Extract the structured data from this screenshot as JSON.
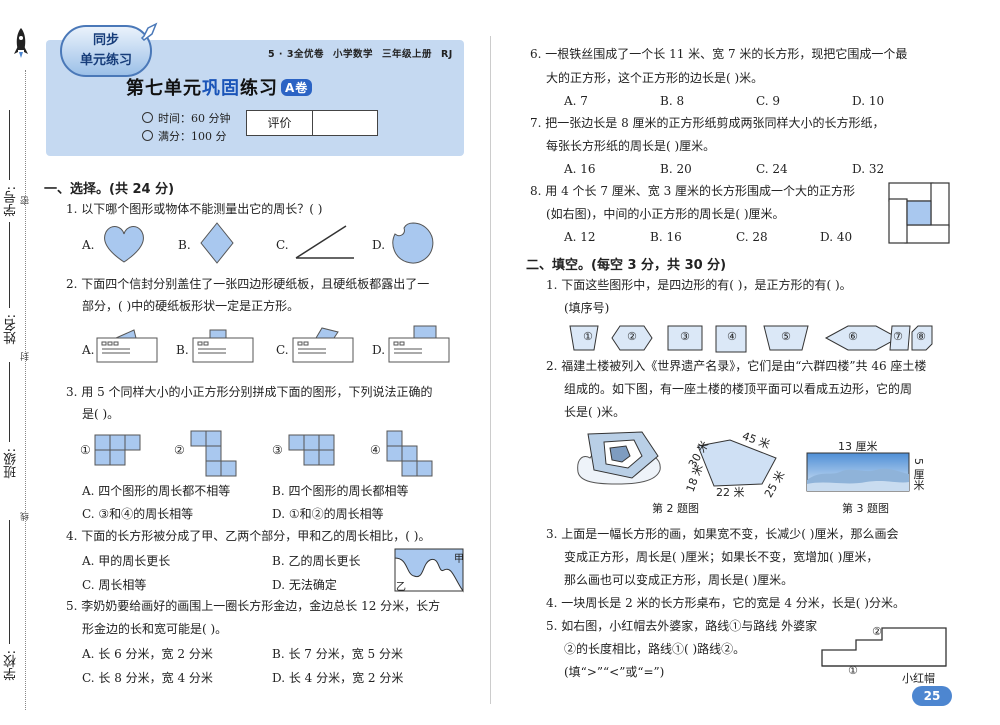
{
  "binding": {
    "school": "学校:",
    "class": "班级:",
    "name": "姓名:",
    "student_id": "学号:",
    "mark_seal": "封",
    "mark_line": "线",
    "mark_fold": "密"
  },
  "header": {
    "badge_line1": "同步",
    "badge_line2": "单元练习",
    "meta": [
      "5 · 3全优卷",
      "小学数学",
      "三年级上册",
      "RJ"
    ],
    "title_pre": "第七单元",
    "title_hl": "巩固",
    "title_post": "练习",
    "title_badge": "A卷",
    "time": "时间：60 分钟",
    "score": "满分：100 分",
    "eval_label": "评价"
  },
  "section1": {
    "heading": "一、选择。(共 24 分)",
    "q1": {
      "text": "1. 以下哪个图形或物体不能测量出它的周长？(    )",
      "options": [
        "A.",
        "B.",
        "C.",
        "D."
      ]
    },
    "q2": {
      "line1": "2. 下面四个信封分别盖住了一张四边形硬纸板，且硬纸板都露出了一",
      "line2": "部分，(    )中的硬纸板形状一定是正方形。",
      "options": [
        "A.",
        "B.",
        "C.",
        "D."
      ]
    },
    "q3": {
      "line1": "3. 用 5 个同样大小的小正方形分别拼成下面的图形，下列说法正确的",
      "line2": "是(    )。",
      "labels": [
        "①",
        "②",
        "③",
        "④"
      ],
      "options": [
        "A. 四个图形的周长都不相等",
        "B. 四个图形的周长都相等",
        "C. ③和④的周长相等",
        "D. ①和②的周长相等"
      ]
    },
    "q4": {
      "text": "4. 下面的长方形被分成了甲、乙两个部分，甲和乙的周长相比，(    )。",
      "options": [
        "A. 甲的周长更长",
        "B. 乙的周长更长",
        "C. 周长相等",
        "D. 无法确定"
      ],
      "fig_jia": "甲",
      "fig_yi": "乙"
    },
    "q5": {
      "line1": "5. 李奶奶要给画好的画围上一圈长方形金边，金边总长 12 分米，长方",
      "line2": "形金边的长和宽可能是(    )。",
      "options": [
        "A. 长 6 分米，宽 2 分米",
        "B. 长 7 分米，宽 5 分米",
        "C. 长 8 分米，宽 4 分米",
        "D. 长 4 分米，宽 2 分米"
      ]
    }
  },
  "right": {
    "q6": {
      "line1": "6. 一根铁丝围成了一个长 11 米、宽 7 米的长方形，现把它围成一个最",
      "line2": "大的正方形，这个正方形的边长是(    )米。",
      "options": [
        "A. 7",
        "B. 8",
        "C. 9",
        "D. 10"
      ]
    },
    "q7": {
      "line1": "7. 把一张边长是 8 厘米的正方形纸剪成两张同样大小的长方形纸，",
      "line2": "每张长方形纸的周长是(    )厘米。",
      "options": [
        "A. 16",
        "B. 20",
        "C. 24",
        "D. 32"
      ]
    },
    "q8": {
      "line1": "8. 用 4 个长 7 厘米、宽 3 厘米的长方形围成一个大的正方形",
      "line2": "(如右图)，中间的小正方形的周长是(    )厘米。",
      "options": [
        "A. 12",
        "B. 16",
        "C. 28",
        "D. 40"
      ]
    },
    "section2_heading": "二、填空。(每空 3 分，共 30 分)",
    "f1": {
      "line1": "1. 下面这些图形中，是四边形的有(              )，是正方形的有(      )。",
      "line2": "(填序号)",
      "labels": [
        "①",
        "②",
        "③",
        "④",
        "⑤",
        "⑥",
        "⑦",
        "⑧"
      ]
    },
    "f2": {
      "line1": "2. 福建土楼被列入《世界遗产名录》，它们是由“六群四楼”共 46 座土楼",
      "line2": "组成的。如下图，有一座土楼的楼顶平面可以看成五边形，它的周",
      "line3": "长是(    )米。",
      "sides": [
        "30 米",
        "45 米",
        "18 米",
        "22 米",
        "25 米"
      ],
      "cap2": "第 2 题图",
      "cap3": "第 3 题图",
      "len13": "13 厘米",
      "len5": "5 厘米"
    },
    "f3": {
      "line1": "3. 上面是一幅长方形的画，如果宽不变，长减少(      )厘米，那么画会",
      "line2": "变成正方形，周长是(      )厘米；如果长不变，宽增加(      )厘米，",
      "line3": "那么画也可以变成正方形，周长是(      )厘米。"
    },
    "f4": {
      "line1": "4. 一块周长是 2 米的长方形桌布，它的宽是 4 分米，长是(    )分米。"
    },
    "f5": {
      "line1": "5. 如右图，小红帽去外婆家，路线①与路线  外婆家",
      "line2": "②的长度相比，路线①(     )路线②。",
      "line3": "(填“>”“<”或“=”)",
      "n1": "①",
      "n2": "②",
      "cap": "小红帽"
    }
  },
  "page_number": "25"
}
